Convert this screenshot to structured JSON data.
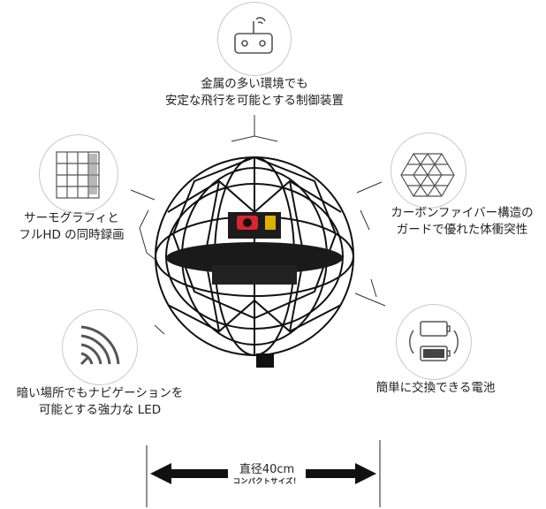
{
  "features": {
    "top": {
      "line1": "金属の多い環境でも",
      "line2": "安定な飛行を可能とする制御装置",
      "icon": "remote-controller-icon"
    },
    "left_upper": {
      "line1": "サーモグラフィと",
      "line2": "フルHD の同時録画",
      "icon": "building-thermal-icon"
    },
    "right_upper": {
      "line1": "カーボンファイバー構造の",
      "line2": "ガードで優れた体衝突性",
      "icon": "triangle-mesh-icon"
    },
    "left_lower": {
      "line1": "暗い場所でもナビゲーションを",
      "line2": "可能とする強力な LED",
      "icon": "led-waves-icon"
    },
    "right_lower": {
      "line1": "簡単に交換できる電池",
      "icon": "battery-swap-icon"
    }
  },
  "width_indicator": {
    "main": "直径40cm",
    "sub": "コンパクトサイズ！"
  },
  "colors": {
    "cage": "#111111",
    "accent": "#d7262d",
    "icon_stroke": "#555555",
    "circle_border": "#c8c8c8"
  }
}
